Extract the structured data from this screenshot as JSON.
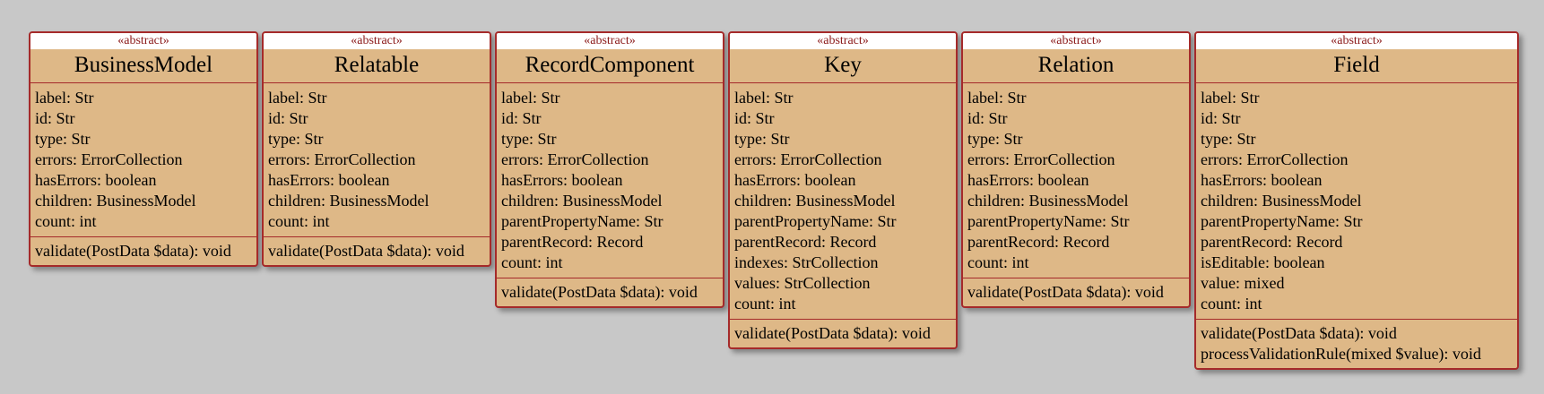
{
  "classes": [
    {
      "stereotype": "«abstract»",
      "name": "BusinessModel",
      "attributes": [
        "label: Str",
        "id: Str",
        "type: Str",
        "errors: ErrorCollection",
        "hasErrors: boolean",
        "children: BusinessModel",
        "count: int"
      ],
      "operations": [
        "validate(PostData $data): void"
      ]
    },
    {
      "stereotype": "«abstract»",
      "name": "Relatable",
      "attributes": [
        "label: Str",
        "id: Str",
        "type: Str",
        "errors: ErrorCollection",
        "hasErrors: boolean",
        "children: BusinessModel",
        "count: int"
      ],
      "operations": [
        "validate(PostData $data): void"
      ]
    },
    {
      "stereotype": "«abstract»",
      "name": "RecordComponent",
      "attributes": [
        "label: Str",
        "id: Str",
        "type: Str",
        "errors: ErrorCollection",
        "hasErrors: boolean",
        "children: BusinessModel",
        "parentPropertyName: Str",
        "parentRecord: Record",
        "count: int"
      ],
      "operations": [
        "validate(PostData $data): void"
      ]
    },
    {
      "stereotype": "«abstract»",
      "name": "Key",
      "attributes": [
        "label: Str",
        "id: Str",
        "type: Str",
        "errors: ErrorCollection",
        "hasErrors: boolean",
        "children: BusinessModel",
        "parentPropertyName: Str",
        "parentRecord: Record",
        "indexes: StrCollection",
        "values: StrCollection",
        "count: int"
      ],
      "operations": [
        "validate(PostData $data): void"
      ]
    },
    {
      "stereotype": "«abstract»",
      "name": "Relation",
      "attributes": [
        "label: Str",
        "id: Str",
        "type: Str",
        "errors: ErrorCollection",
        "hasErrors: boolean",
        "children: BusinessModel",
        "parentPropertyName: Str",
        "parentRecord: Record",
        "count: int"
      ],
      "operations": [
        "validate(PostData $data): void"
      ]
    },
    {
      "stereotype": "«abstract»",
      "name": "Field",
      "attributes": [
        "label: Str",
        "id: Str",
        "type: Str",
        "errors: ErrorCollection",
        "hasErrors: boolean",
        "children: BusinessModel",
        "parentPropertyName: Str",
        "parentRecord: Record",
        "isEditable: boolean",
        "value: mixed",
        "count: int"
      ],
      "operations": [
        "validate(PostData $data): void",
        "processValidationRule(mixed $value): void"
      ]
    }
  ],
  "colors": {
    "background": "#c8c8c8",
    "box_fill": "#deb887",
    "box_border": "#a52a2a",
    "stereotype_text": "#8b1a1a"
  }
}
